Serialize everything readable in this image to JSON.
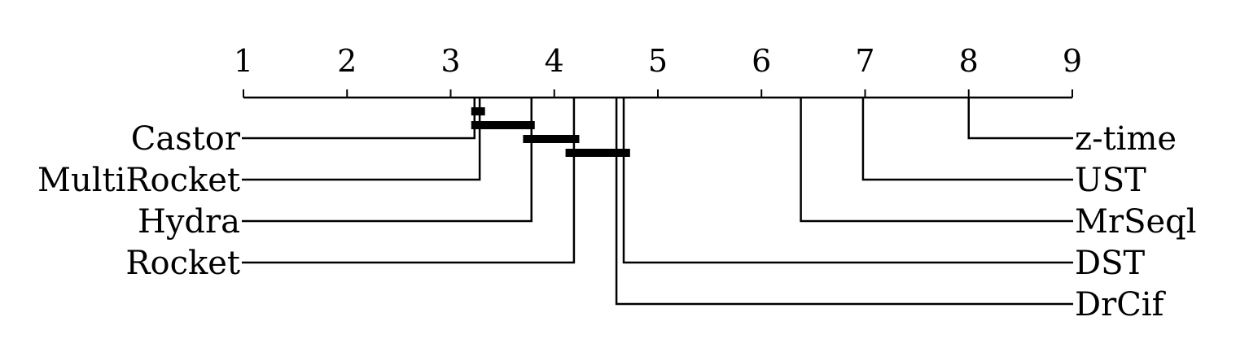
{
  "chart_data": {
    "type": "critical-difference-diagram",
    "axis": {
      "min": 1,
      "max": 9,
      "ticks": [
        1,
        2,
        3,
        4,
        5,
        6,
        7,
        8,
        9
      ],
      "tick_labels": [
        "1",
        "2",
        "3",
        "4",
        "5",
        "6",
        "7",
        "8",
        "9"
      ]
    },
    "methods_left": [
      {
        "name": "Castor",
        "rank": 3.23
      },
      {
        "name": "MultiRocket",
        "rank": 3.28
      },
      {
        "name": "Hydra",
        "rank": 3.78
      },
      {
        "name": "Rocket",
        "rank": 4.19
      }
    ],
    "methods_right": [
      {
        "name": "z-time",
        "rank": 8.0
      },
      {
        "name": "UST",
        "rank": 6.98
      },
      {
        "name": "MrSeql",
        "rank": 6.38
      },
      {
        "name": "DST",
        "rank": 4.67
      },
      {
        "name": "DrCif",
        "rank": 4.6
      }
    ],
    "cliques": [
      {
        "from": 3.23,
        "to": 3.3
      },
      {
        "from": 3.23,
        "to": 3.78
      },
      {
        "from": 3.73,
        "to": 4.21
      },
      {
        "from": 4.14,
        "to": 4.7
      }
    ],
    "colors": {
      "line": "#000000",
      "background": "#ffffff"
    }
  }
}
